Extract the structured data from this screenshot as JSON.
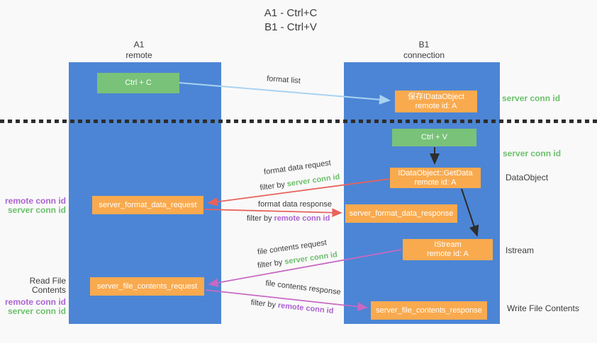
{
  "title": {
    "line1": "A1 - Ctrl+C",
    "line2": "B1 - Ctrl+V"
  },
  "columns": {
    "left": {
      "name": "A1",
      "role": "remote"
    },
    "right": {
      "name": "B1",
      "role": "connection"
    }
  },
  "boxes": {
    "ctrl_c": {
      "label": "Ctrl + C"
    },
    "save_dataobject": {
      "line1": "保存IDataObject",
      "line2": "remote id: A"
    },
    "ctrl_v": {
      "label": "Ctrl + V"
    },
    "getdata": {
      "line1": "IDataObject::GetData",
      "line2": "remote id: A"
    },
    "format_request": {
      "label": "server_format_data_request"
    },
    "format_response": {
      "label": "server_format_data_response"
    },
    "istream": {
      "line1": "IStream",
      "line2": "remote id: A"
    },
    "file_request": {
      "label": "server_file_contents_request"
    },
    "file_response": {
      "label": "server_file_contents_response"
    }
  },
  "arrow_labels": {
    "format_list": "format list",
    "format_data_request": "format data request",
    "format_data_response": "format data response",
    "file_contents_request": "file contents request",
    "file_contents_response": "file contents response",
    "filter_by": "filter by",
    "server_conn_id": "server conn id",
    "remote_conn_id": "remote conn id"
  },
  "side_labels": {
    "server_conn_id_top": "server conn id",
    "server_conn_id_mid": "server conn id",
    "dataobject": "DataObject",
    "istream": "Istream",
    "write_file_contents": "Write File Contents",
    "read_file_contents": "Read File Contents",
    "remote_conn_id": "remote conn id",
    "server_conn_id": "server conn id"
  },
  "colors": {
    "column_blue": "#4c85d5",
    "box_green": "#79c279",
    "box_orange": "#f9aa4e",
    "arrow_blue": "#a9d3f2",
    "arrow_red": "#e8625c",
    "arrow_magenta": "#c869c3",
    "arrow_black": "#2d2d2d",
    "label_green": "#6cc06c",
    "label_purple": "#ac63d1",
    "text_dark": "#3c3c3c",
    "background": "#f9f9f9"
  }
}
